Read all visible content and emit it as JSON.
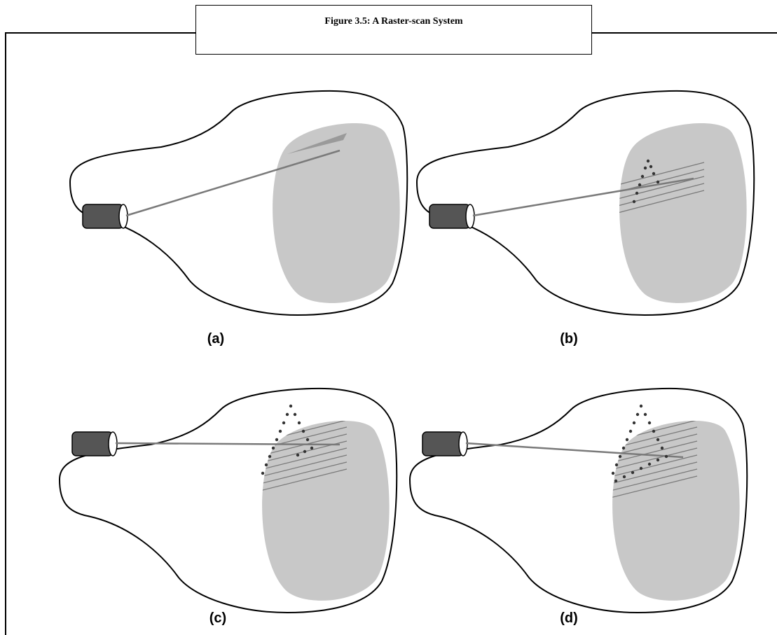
{
  "figure": {
    "caption": "Figure 3.5: A Raster-scan System"
  },
  "panels": [
    {
      "id": "a",
      "label": "(a)"
    },
    {
      "id": "b",
      "label": "(b)"
    },
    {
      "id": "c",
      "label": "(c)"
    },
    {
      "id": "d",
      "label": "(d)"
    }
  ],
  "colors": {
    "screen": "#c8c8c8",
    "outline": "#000000",
    "scanline": "#7a7a7a",
    "beam": "#7a7a7a",
    "gun": "#555555",
    "dot": "#333333"
  }
}
